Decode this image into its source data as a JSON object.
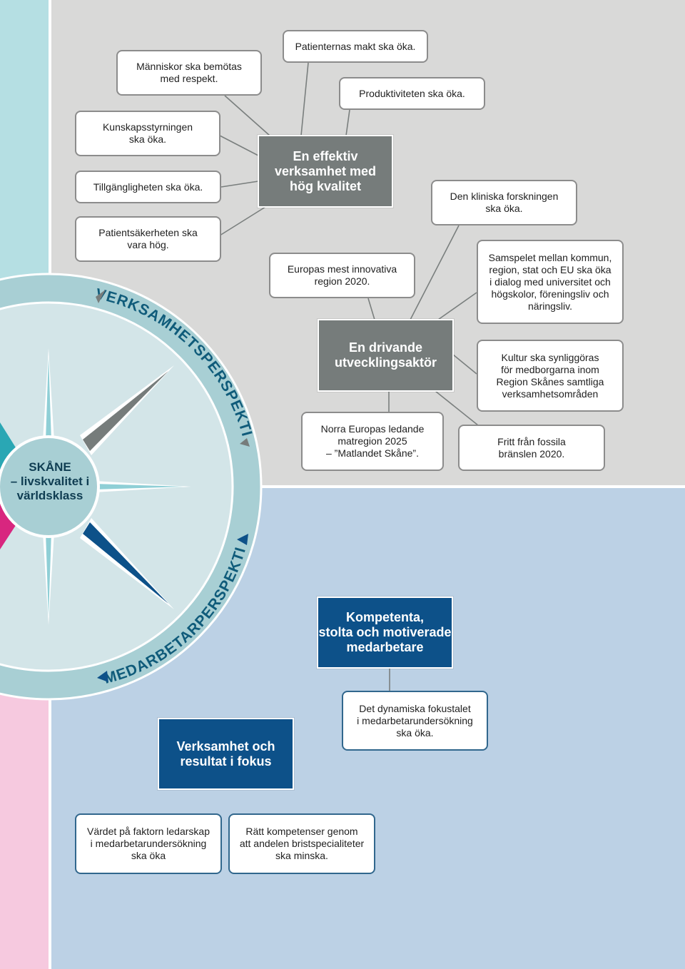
{
  "colors": {
    "quadrant_gray": "#d9d9d8",
    "quadrant_blue": "#bcd1e5",
    "strip_teal": "#b5dfe3",
    "strip_pink": "#f6c9df",
    "ring_light": "#d3e5e8",
    "ring_band": "#a8cfd4",
    "hub_gray": "#767c7b",
    "hub_blue": "#0d5189",
    "text_dark_teal": "#0f3d52"
  },
  "center": {
    "label": "SKÅNE\n– livskvalitet i\nvärldsklass"
  },
  "perspectives": {
    "top_arc": "VERKSAMHETSPERSPEKTIVET",
    "bottom_arc": "MEDARBETARPERSPEKTIVET"
  },
  "hubs": {
    "effektiv": "En effektiv\nverksamhet med\nhög kvalitet",
    "drivande": "En drivande\nutvecklingsaktör",
    "kompetenta": "Kompetenta,\nstolta och motiverade\nmedarbetare",
    "verksamhet_fokus": "Verksamhet och\nresultat i fokus"
  },
  "goals": {
    "patienternas_makt": "Patienternas makt ska öka.",
    "manniskor": "Människor ska bemötas\nmed respekt.",
    "produktiviteten": "Produktiviteten ska öka.",
    "kunskapsstyrningen": "Kunskapsstyrningen\nska öka.",
    "tillgangligheten": "Tillgängligheten ska öka.",
    "patientsakerheten": "Patientsäkerheten ska\nvara hög.",
    "kliniska_forskningen": "Den kliniska forskningen\nska öka.",
    "innovativa": "Europas mest innovativa\nregion 2020.",
    "samspelet": "Samspelet mellan kommun,\nregion, stat och EU ska öka\ni dialog med universitet och\nhögskolor, föreningsliv och\nnäringsliv.",
    "kultur": "Kultur ska synliggöras\nför medborgarna inom\nRegion Skånes samtliga\nverksamhetsområden",
    "matregion": "Norra Europas ledande\nmatregion 2025\n– ”Matlandet Skåne”.",
    "fossila": "Fritt från fossila\nbränslen 2020.",
    "fokustalet": "Det dynamiska fokustalet\ni medarbetarundersökning\nska öka.",
    "ledarskap": "Värdet på faktorn ledarskap\ni medarbetarundersökning\nska öka",
    "kompetenser": "Rätt kompetenser genom\natt andelen bristspecialiteter\nska minska."
  }
}
